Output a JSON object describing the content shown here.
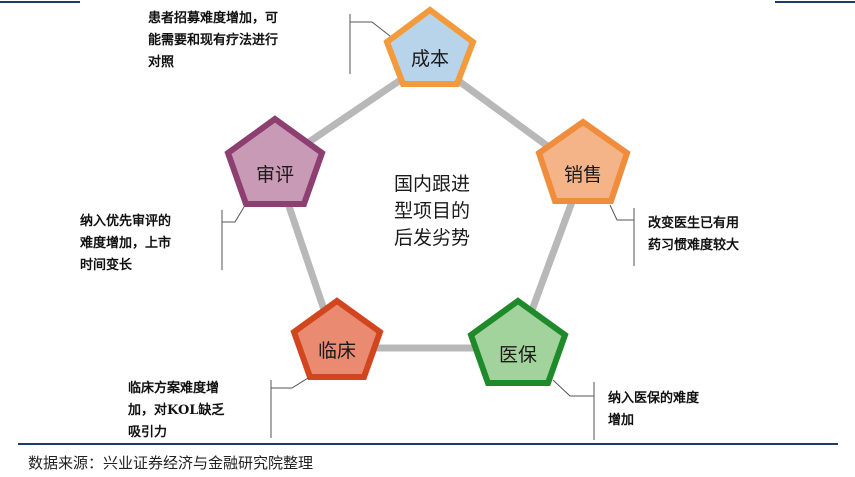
{
  "center": {
    "lines": [
      "国内跟进",
      "型项目的",
      "后发劣势"
    ]
  },
  "nodes": [
    {
      "id": "cost",
      "label": "成本",
      "fill": "#b8d4ea",
      "stroke": "#f39a3c"
    },
    {
      "id": "sales",
      "label": "销售",
      "fill": "#f5b488",
      "stroke": "#ef8d3c"
    },
    {
      "id": "insurance",
      "label": "医保",
      "fill": "#a3d39c",
      "stroke": "#1f8a2a"
    },
    {
      "id": "clinical",
      "label": "临床",
      "fill": "#ea8a70",
      "stroke": "#d1461f"
    },
    {
      "id": "review",
      "label": "审评",
      "fill": "#c99ab6",
      "stroke": "#8d3f72"
    }
  ],
  "notes": {
    "cost": "患者招募难度增加，可\n能需要和现有疗法进行\n对照",
    "sales": "改变医生已有用\n药习惯难度较大",
    "insurance": "纳入医保的难度\n增加",
    "clinical": "临床方案难度增\n加，对KOL缺乏\n吸引力",
    "review": "纳入优先审评的\n难度增加，上市\n时间变长"
  },
  "source": "数据来源：兴业证券经济与金融研究院整理",
  "colors": {
    "connector": "#b8b8b8",
    "rule": "#1f3a6b",
    "bracket": "#555555"
  }
}
